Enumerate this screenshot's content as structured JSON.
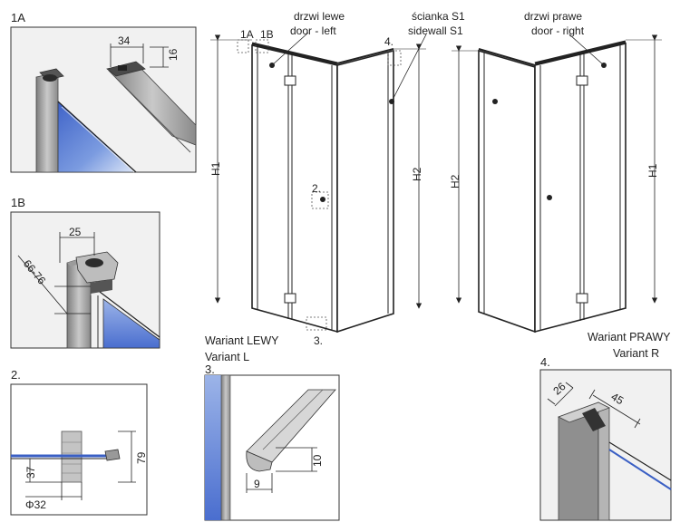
{
  "details": {
    "d1A": {
      "label": "1A",
      "dims": {
        "width": "34",
        "height": "16"
      }
    },
    "d1B": {
      "label": "1B",
      "dims": {
        "width": "25",
        "range": "66-76"
      }
    },
    "d2": {
      "label": "2.",
      "dims": {
        "height": "79",
        "offset": "37",
        "diameter": "Φ32"
      }
    },
    "d3": {
      "label": "3.",
      "dims": {
        "height": "10",
        "width": "9"
      }
    },
    "d4": {
      "label": "4.",
      "dims": {
        "a": "26",
        "b": "45"
      }
    }
  },
  "main": {
    "left": {
      "callouts": {
        "c1A": "1A",
        "c1B": "1B",
        "c2": "2.",
        "c3": "3.",
        "c4": "4."
      },
      "door_pl": "drzwi lewe",
      "door_en": "door - left",
      "side_pl": "ścianka S1",
      "side_en": "sidewall S1",
      "h_door": "H1",
      "h_side": "H2",
      "variant_pl": "Wariant LEWY",
      "variant_en": "Variant L"
    },
    "right": {
      "door_pl": "drzwi prawe",
      "door_en": "door - right",
      "h_door": "H1",
      "h_side": "H2",
      "variant_pl": "Wariant PRAWY",
      "variant_en": "Variant R"
    }
  },
  "colors": {
    "glass": "#6d8fd6",
    "frame": "#9a9a9a",
    "line": "#222222"
  }
}
